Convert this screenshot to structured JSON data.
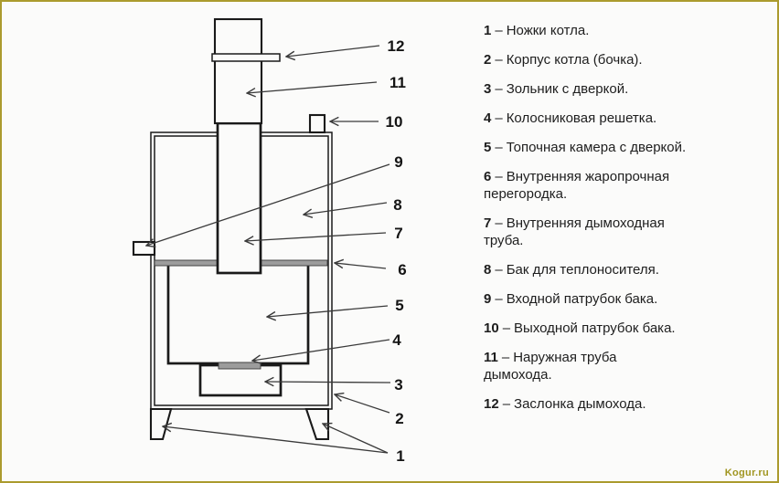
{
  "page": {
    "watermark": "Kogur.ru",
    "colors": {
      "frame_border": "#ab9b2e",
      "diagram_line": "#1a1a1a",
      "partition_grey": "#9c9c9c",
      "watermark_olive": "#a0951f",
      "background": "#fbfbfa"
    }
  },
  "diagram": {
    "callouts": [
      "12",
      "11",
      "10",
      "9",
      "8",
      "7",
      "6",
      "5",
      "4",
      "3",
      "2",
      "1"
    ]
  },
  "legend": {
    "separator": "–",
    "items": [
      {
        "num": "1",
        "text": "Ножки котла."
      },
      {
        "num": "2",
        "text": "Корпус котла (бочка)."
      },
      {
        "num": "3",
        "text": "Зольник с дверкой."
      },
      {
        "num": "4",
        "text": "Колосниковая решетка."
      },
      {
        "num": "5",
        "text": "Топочная камера с дверкой."
      },
      {
        "num": "6",
        "text": "Внутренняя жаропрочная перегородка."
      },
      {
        "num": "7",
        "text": "Внутренняя дымоходная труба."
      },
      {
        "num": "8",
        "text": "Бак для теплоносителя."
      },
      {
        "num": "9",
        "text": "Входной патрубок бака."
      },
      {
        "num": "10",
        "text": "Выходной патрубок бака."
      },
      {
        "num": "11",
        "text": "Наружная труба дымохода."
      },
      {
        "num": "12",
        "text": "Заслонка дымохода."
      }
    ]
  }
}
